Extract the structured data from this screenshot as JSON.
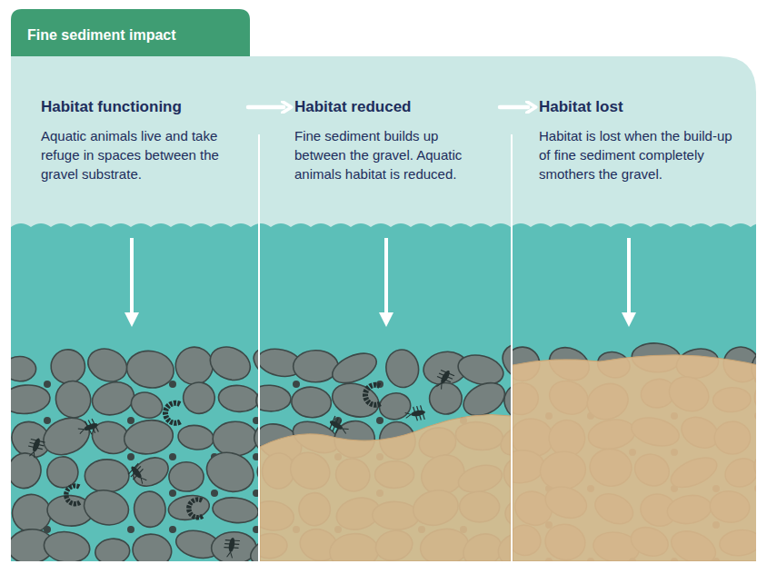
{
  "diagram": {
    "title": "Fine sediment impact",
    "nodes": [
      {
        "text": [
          "Habitat functioning",
          "Aquatic animals live and take refuge in spaces between the gravel substrate."
        ]
      },
      {
        "text": [
          "Habitat reduced",
          "Fine sediment builds up between the gravel. Aquatic animals habitat is reduced."
        ]
      },
      {
        "text": [
          "Habitat lost",
          "Habitat is lost when the build-up of fine sediment completely smothers the gravel."
        ]
      }
    ],
    "edges": [
      {
        "from": 0,
        "to": 1,
        "arrow": "to"
      },
      {
        "from": 1,
        "to": 2,
        "arrow": "to"
      }
    ]
  }
}
